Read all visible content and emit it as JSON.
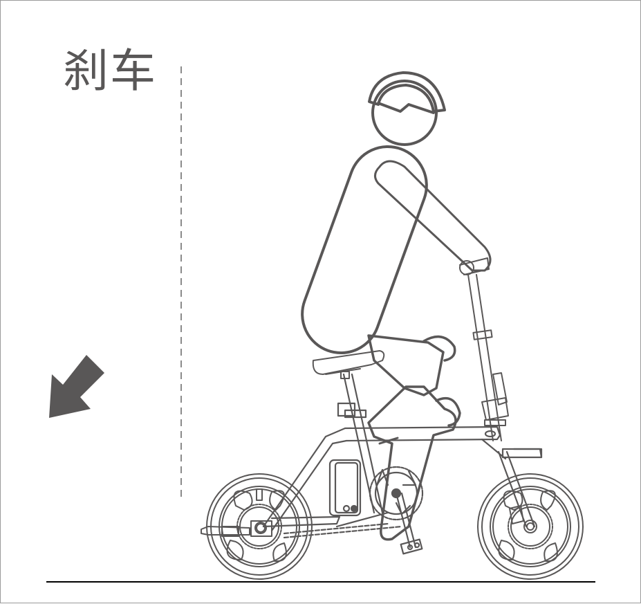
{
  "illustration": {
    "title": "刹车",
    "subject": "rider braking on folding electric bicycle",
    "colors": {
      "line": "#595757",
      "ground": "#000000",
      "background": "#ffffff",
      "border": "#9a9a9a"
    },
    "icons": {
      "direction_arrow": "arrow-down-left",
      "divider": "dashed-vertical-line",
      "ground": "ground-line"
    }
  }
}
